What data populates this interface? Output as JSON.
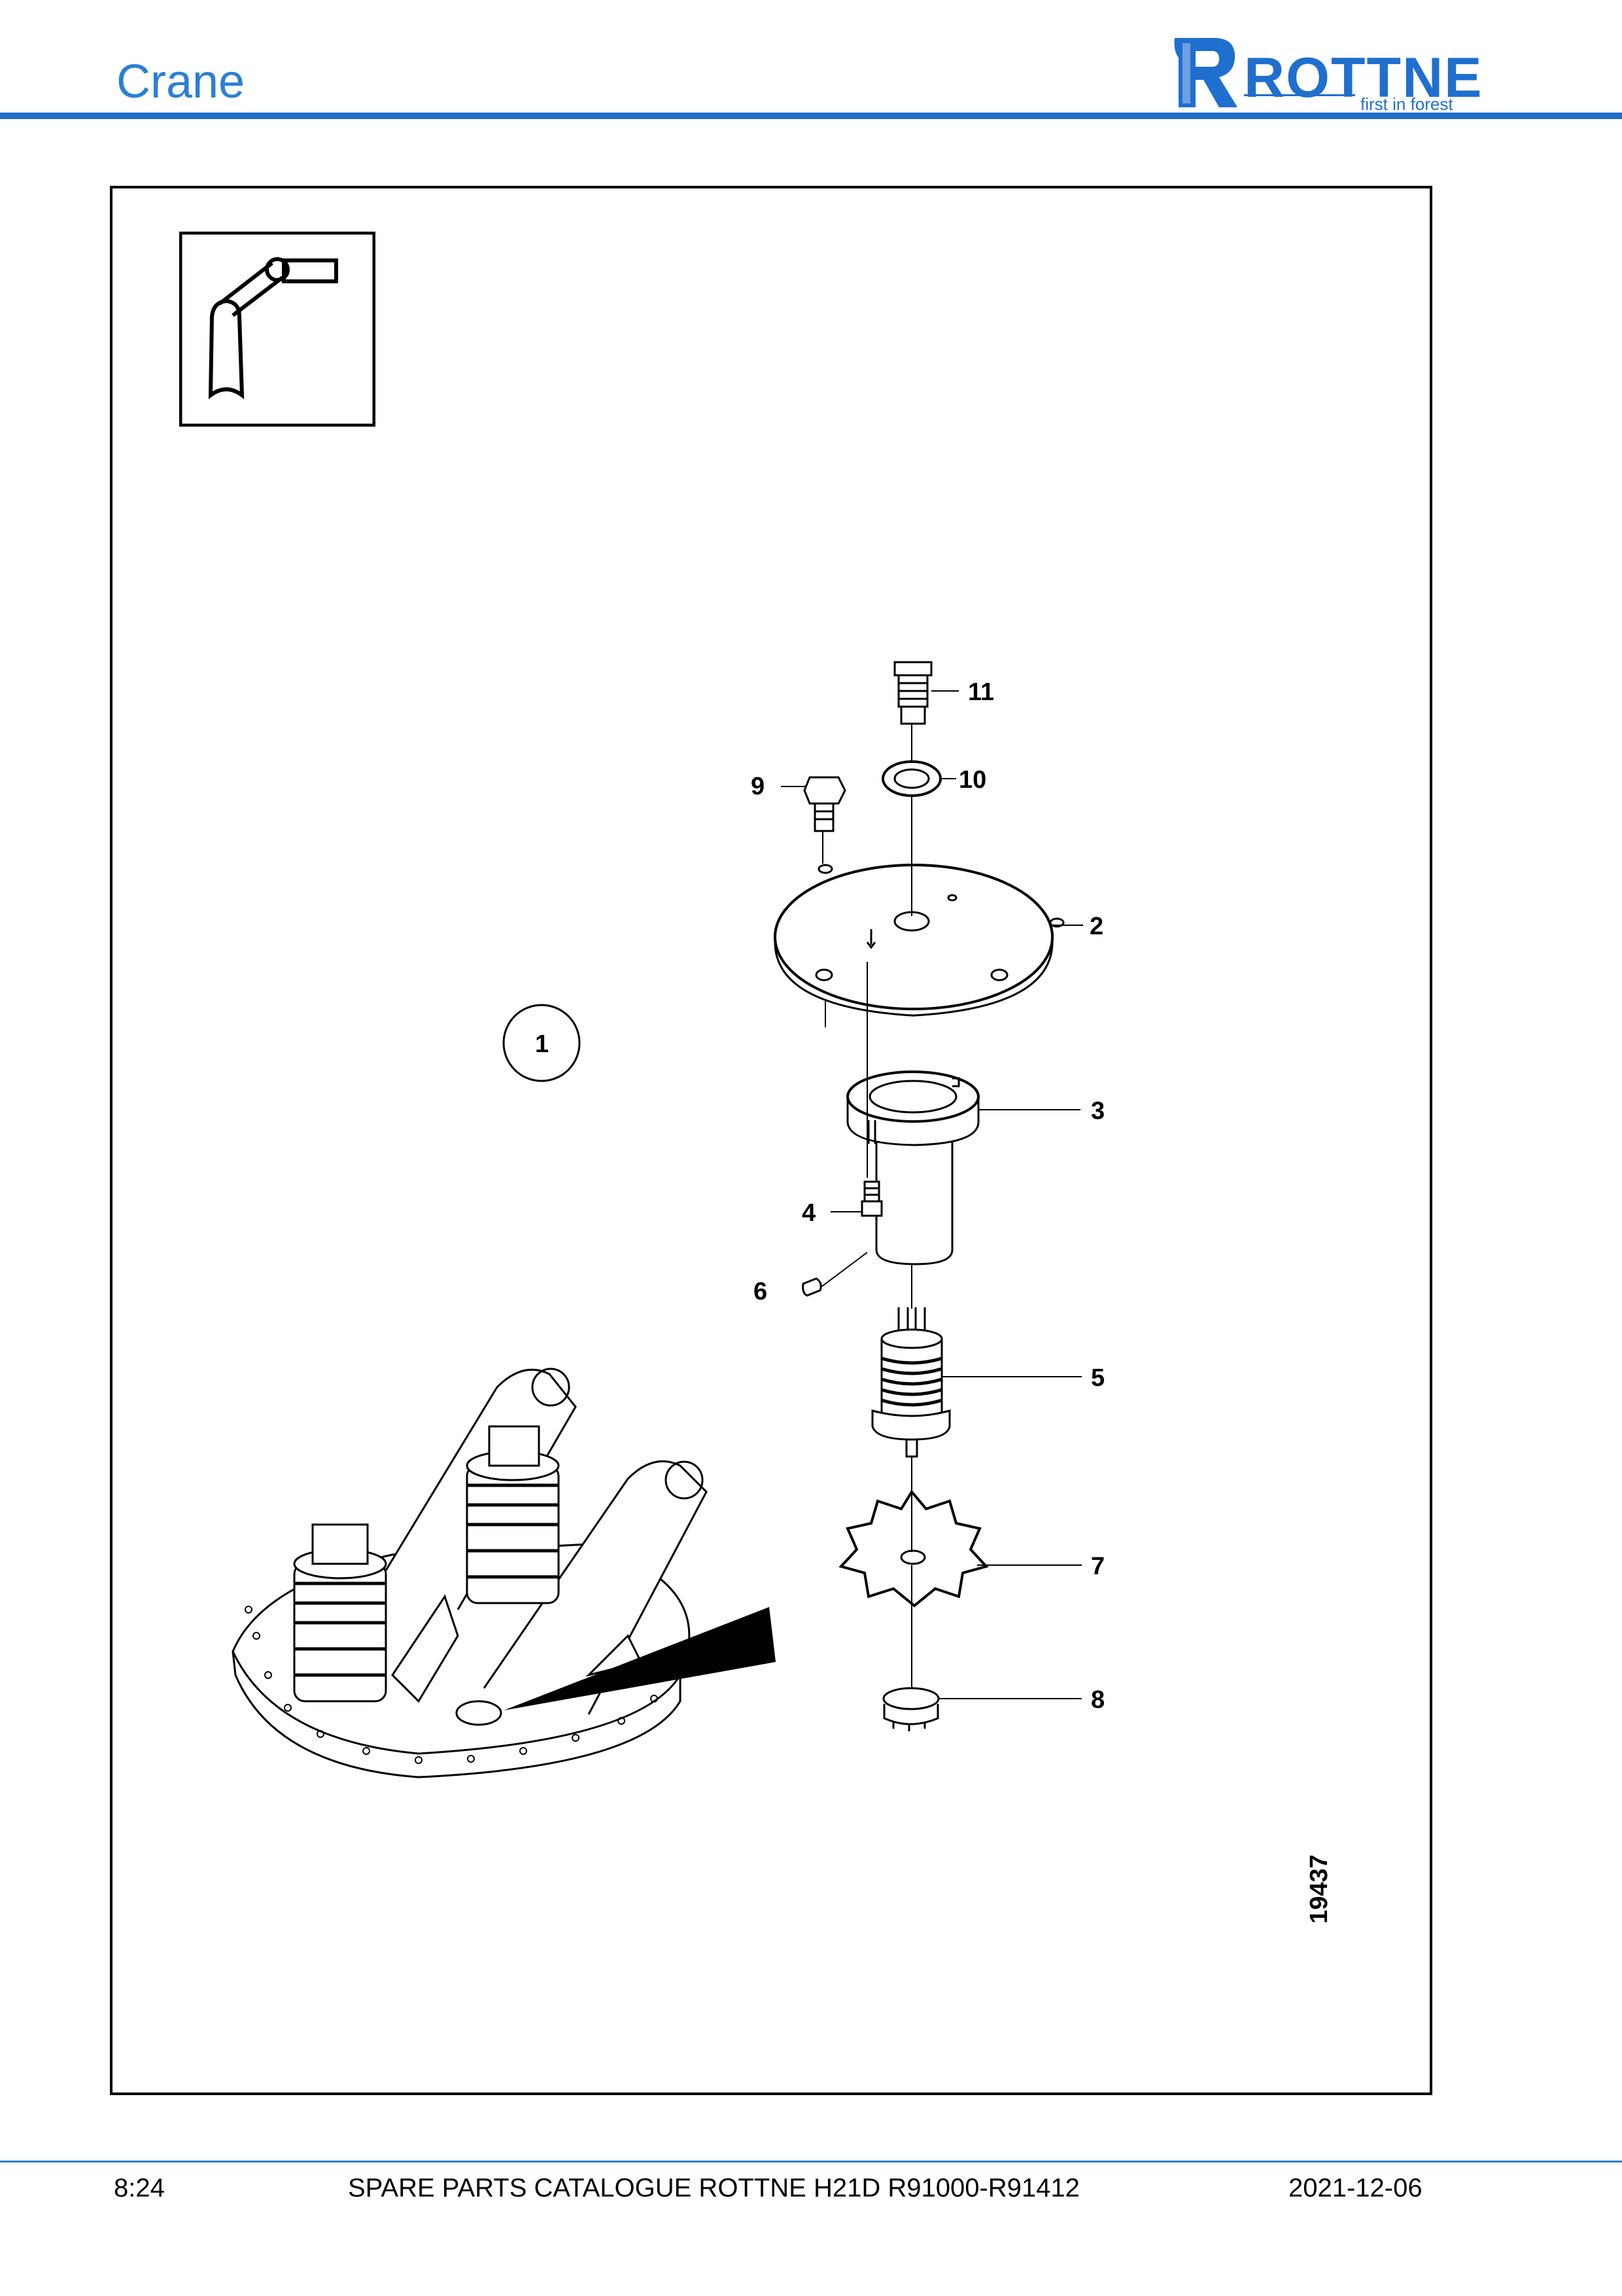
{
  "header": {
    "title": "Crane"
  },
  "brand": {
    "name": "ROTTNE",
    "tagline": "first in forest",
    "color": "#1f6fcf"
  },
  "diagram": {
    "group_number": "1",
    "drawing_number": "19437",
    "callouts": [
      "2",
      "3",
      "4",
      "5",
      "6",
      "7",
      "8",
      "9",
      "10",
      "11"
    ]
  },
  "footer": {
    "page": "8:24",
    "catalogue": "SPARE PARTS CATALOGUE ROTTNE H21D R91000-R91412",
    "date": "2021-12-06"
  }
}
